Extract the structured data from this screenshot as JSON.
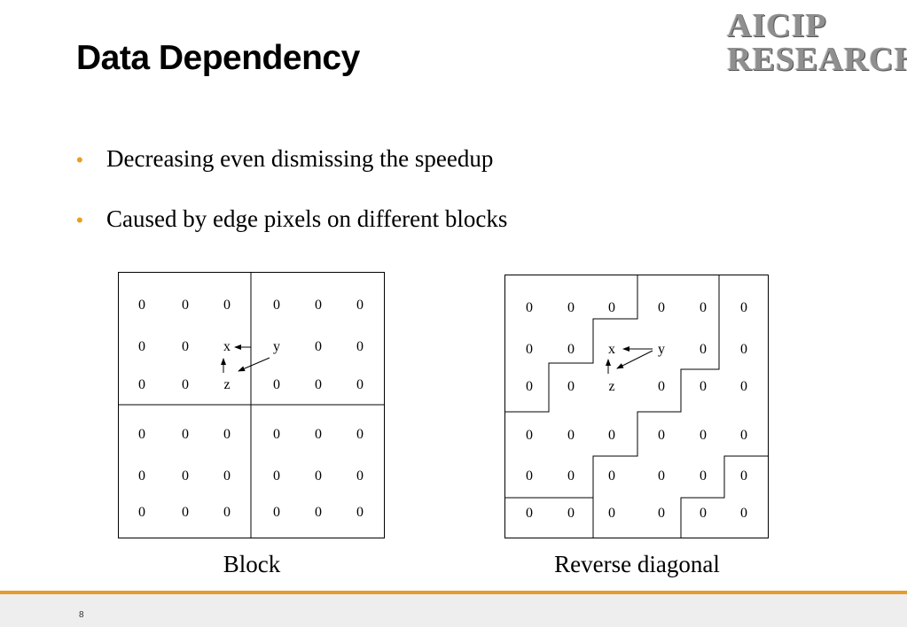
{
  "slide": {
    "title": "Data Dependency",
    "logo": {
      "line1": "AICIP",
      "line2": "RESEARCH"
    },
    "bullets": [
      "Decreasing even dismissing the speedup",
      "Caused by edge pixels on different blocks"
    ],
    "bullet_color": "#e8a020",
    "footer_color": "#e69b2a",
    "page_number": "8"
  },
  "diagrams": {
    "block": {
      "caption": "Block",
      "grid": [
        [
          "0",
          "0",
          "0",
          "0",
          "0",
          "0"
        ],
        [
          "0",
          "0",
          "x",
          "y",
          "0",
          "0"
        ],
        [
          "0",
          "0",
          "z",
          "0",
          "0",
          "0"
        ],
        [
          "0",
          "0",
          "0",
          "0",
          "0",
          "0"
        ],
        [
          "0",
          "0",
          "0",
          "0",
          "0",
          "0"
        ],
        [
          "0",
          "0",
          "0",
          "0",
          "0",
          "0"
        ]
      ]
    },
    "reverse_diagonal": {
      "caption": "Reverse diagonal",
      "grid": [
        [
          "0",
          "0",
          "0",
          "0",
          "0",
          "0"
        ],
        [
          "0",
          "0",
          "x",
          "y",
          "0",
          "0"
        ],
        [
          "0",
          "0",
          "z",
          "0",
          "0",
          "0"
        ],
        [
          "0",
          "0",
          "0",
          "0",
          "0",
          "0"
        ],
        [
          "0",
          "0",
          "0",
          "0",
          "0",
          "0"
        ],
        [
          "0",
          "0",
          "0",
          "0",
          "0",
          "0"
        ]
      ]
    }
  }
}
